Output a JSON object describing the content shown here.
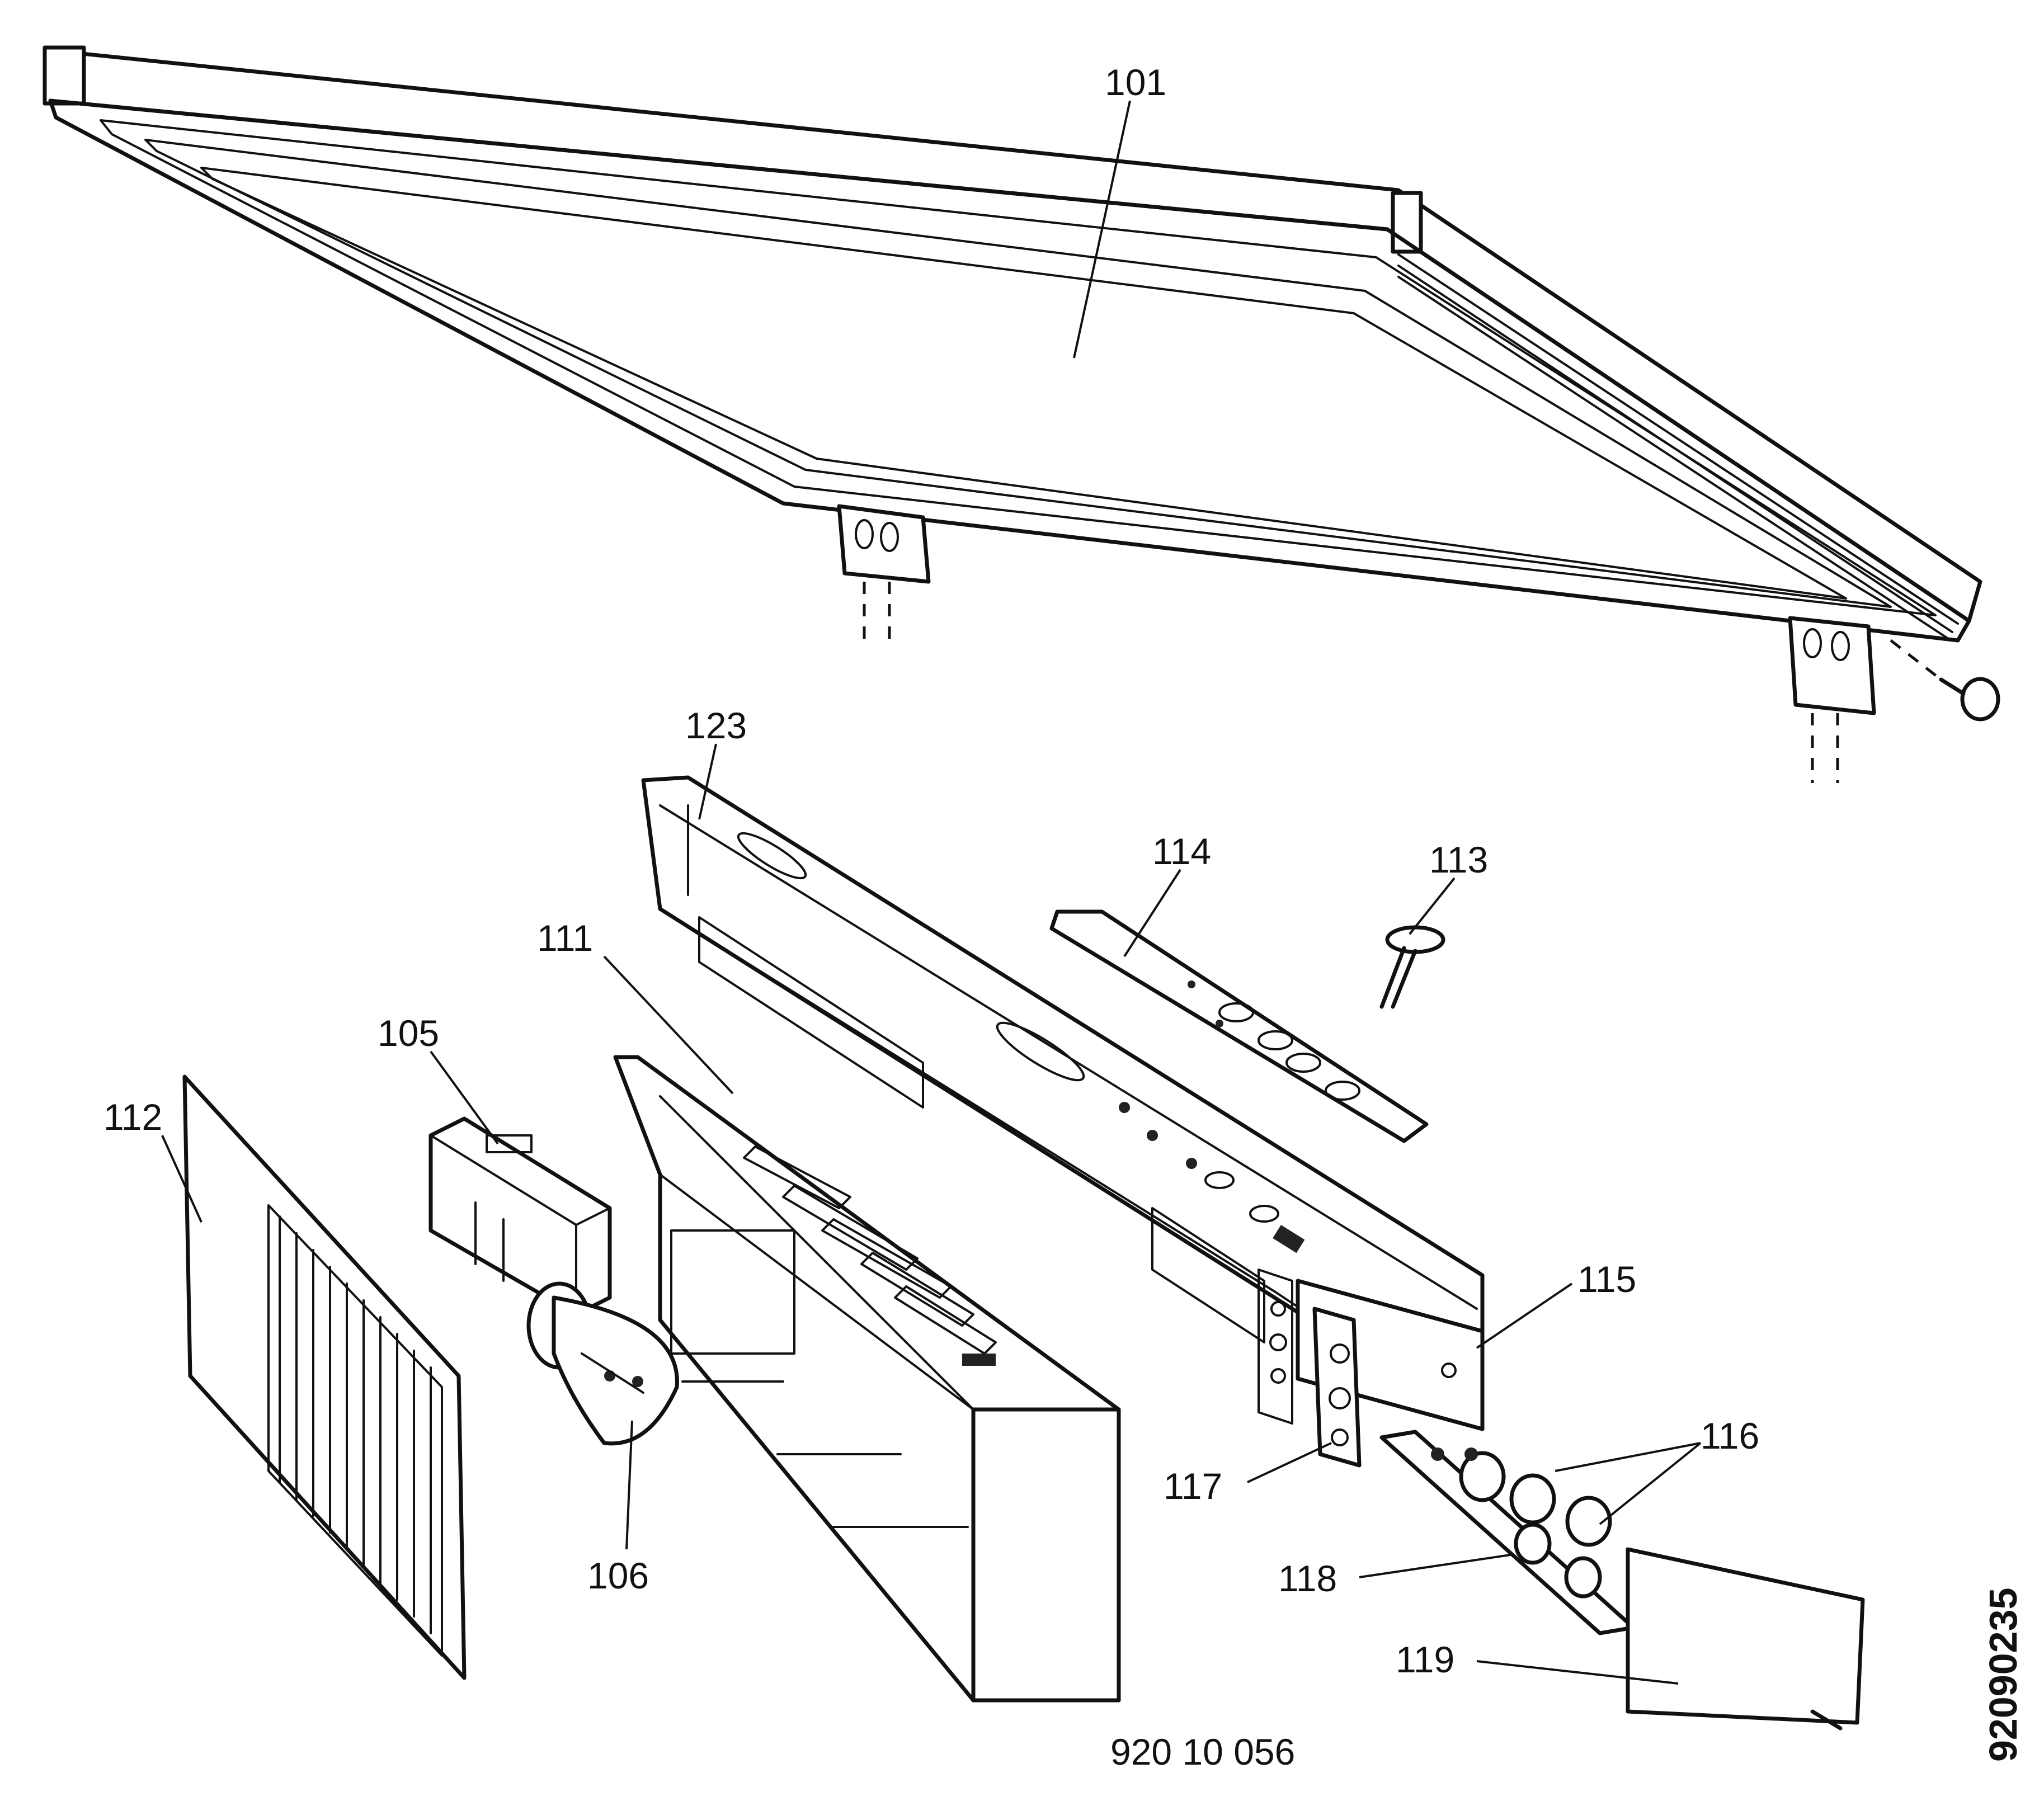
{
  "diagram": {
    "callouts": [
      {
        "id": "101",
        "label": "101"
      },
      {
        "id": "123",
        "label": "123"
      },
      {
        "id": "114",
        "label": "114"
      },
      {
        "id": "113",
        "label": "113"
      },
      {
        "id": "111",
        "label": "111"
      },
      {
        "id": "105",
        "label": "105"
      },
      {
        "id": "112",
        "label": "112"
      },
      {
        "id": "115",
        "label": "115"
      },
      {
        "id": "116",
        "label": "116"
      },
      {
        "id": "117",
        "label": "117"
      },
      {
        "id": "118",
        "label": "118"
      },
      {
        "id": "106",
        "label": "106"
      },
      {
        "id": "119",
        "label": "119"
      }
    ],
    "drawing_number": "920 10 056",
    "side_code": "92090235"
  }
}
